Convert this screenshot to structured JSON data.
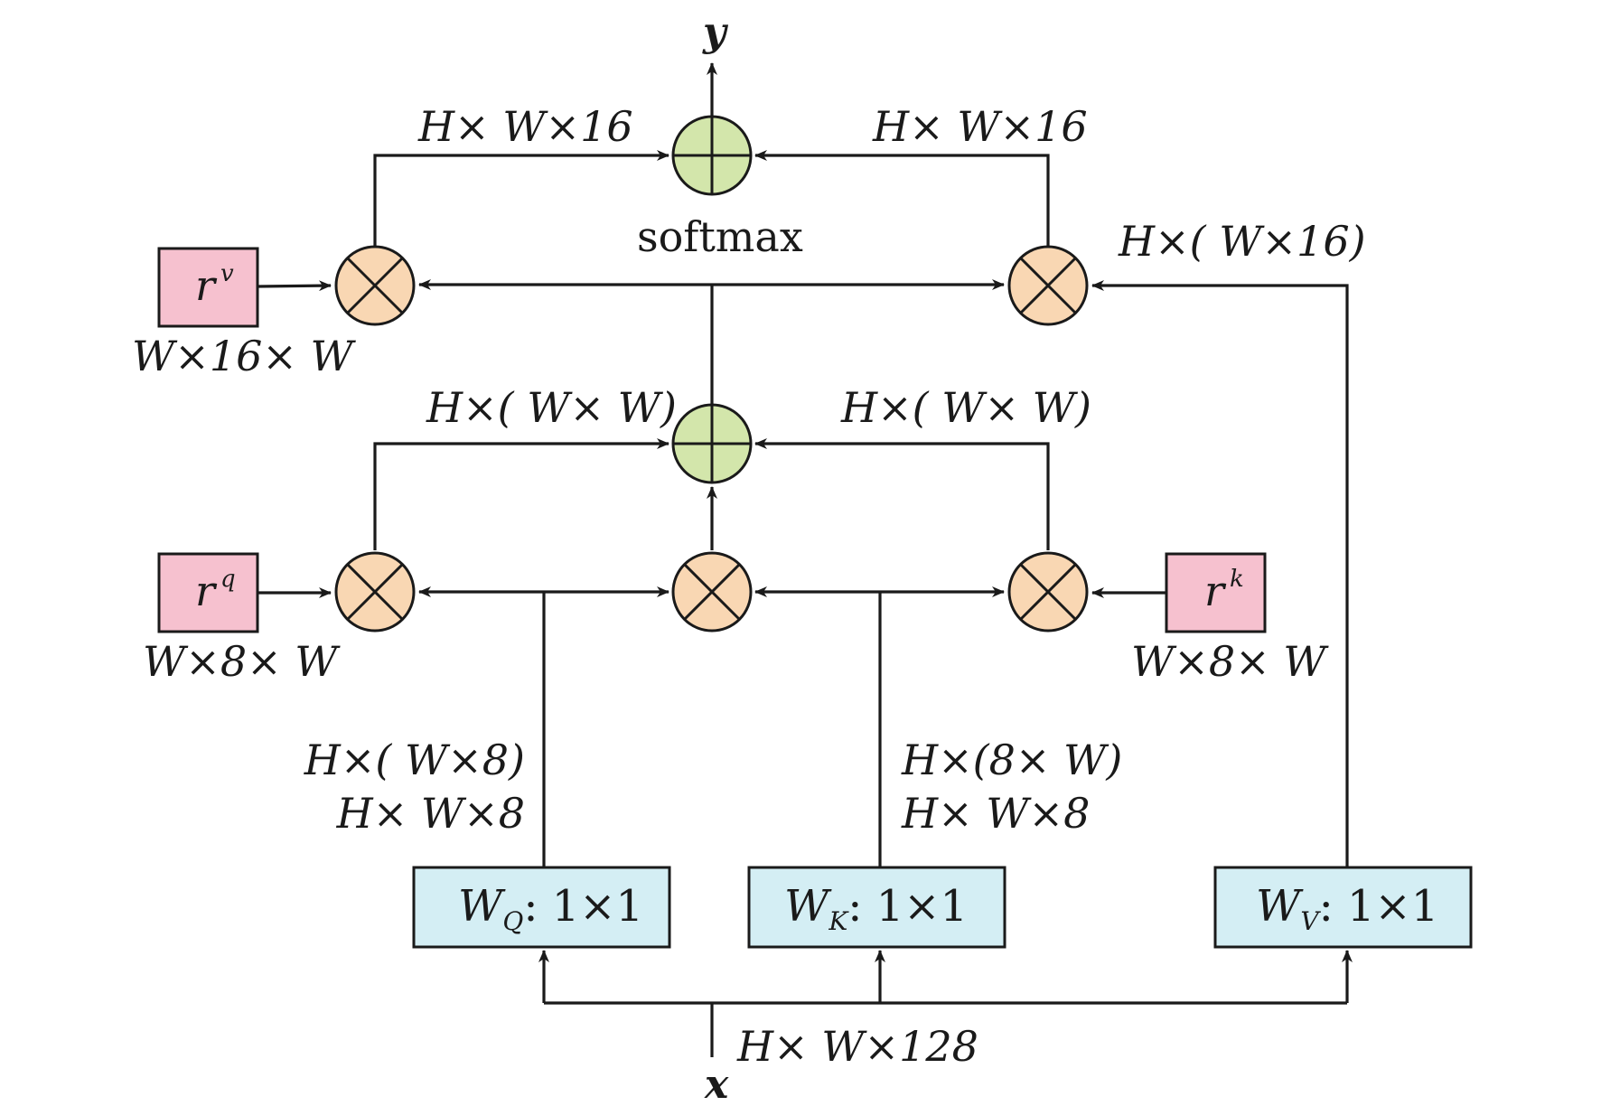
{
  "colors": {
    "adder_fill": "#d3e6ab",
    "multiplier_fill": "#f9d7b3",
    "relpos_fill": "#f6c1cf",
    "proj_fill": "#d4eef4",
    "stroke": "#1a1a1a"
  },
  "io": {
    "output": "y",
    "input": "x"
  },
  "ops": {
    "softmax": "softmax"
  },
  "projections": {
    "q": {
      "base": "W",
      "sub": "Q",
      "kernel": ": 1×1"
    },
    "k": {
      "base": "W",
      "sub": "K",
      "kernel": ": 1×1"
    },
    "v": {
      "base": "W",
      "sub": "V",
      "kernel": ": 1×1"
    }
  },
  "relpos": {
    "v": {
      "base": "r",
      "sup": "v",
      "shape": "W×16× W"
    },
    "q": {
      "base": "r",
      "sup": "q",
      "shape": "W×8× W"
    },
    "k": {
      "base": "r",
      "sup": "k",
      "shape": "W×8× W"
    }
  },
  "shapes": {
    "top_left": "H× W×16",
    "top_right": "H× W×16",
    "value_branch": "H×( W×16)",
    "logits_left": "H×( W× W)",
    "logits_right": "H×( W× W)",
    "query_line1": "H×( W×8)",
    "query_line2": "H× W×8",
    "key_line1": "H×(8× W)",
    "key_line2": "H× W×8",
    "input": "H× W×128"
  },
  "icons": [
    "plus-circle-icon",
    "times-circle-icon",
    "arrow-head-icon"
  ]
}
